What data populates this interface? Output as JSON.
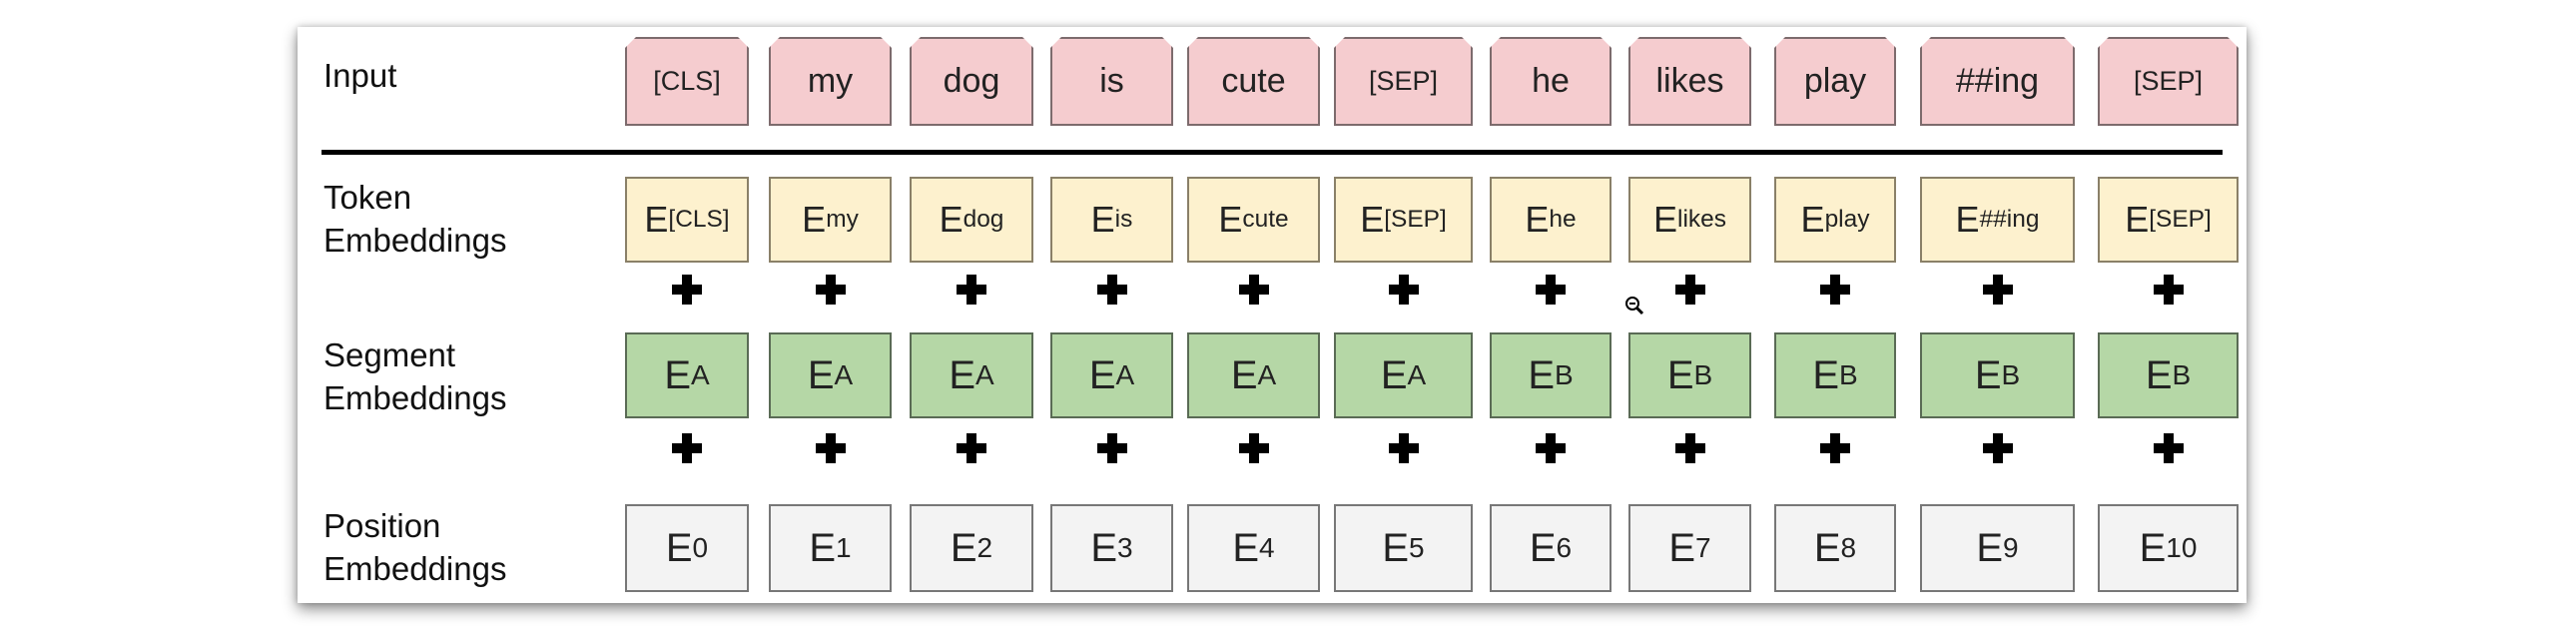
{
  "row_labels": {
    "input": "Input",
    "token": "Token\nEmbeddings",
    "segment": "Segment\nEmbeddings",
    "position": "Position\nEmbeddings"
  },
  "input_tokens": [
    "[CLS]",
    "my",
    "dog",
    "is",
    "cute",
    "[SEP]",
    "he",
    "likes",
    "play",
    "##ing",
    "[SEP]"
  ],
  "token_embeddings": [
    {
      "base": "E",
      "sub": "[CLS]"
    },
    {
      "base": "E",
      "sub": "my"
    },
    {
      "base": "E",
      "sub": "dog"
    },
    {
      "base": "E",
      "sub": "is"
    },
    {
      "base": "E",
      "sub": "cute"
    },
    {
      "base": "E",
      "sub": "[SEP]"
    },
    {
      "base": "E",
      "sub": "he"
    },
    {
      "base": "E",
      "sub": "likes"
    },
    {
      "base": "E",
      "sub": "play"
    },
    {
      "base": "E",
      "sub": "##ing"
    },
    {
      "base": "E",
      "sub": "[SEP]"
    }
  ],
  "segment_embeddings": [
    {
      "base": "E",
      "sub": "A"
    },
    {
      "base": "E",
      "sub": "A"
    },
    {
      "base": "E",
      "sub": "A"
    },
    {
      "base": "E",
      "sub": "A"
    },
    {
      "base": "E",
      "sub": "A"
    },
    {
      "base": "E",
      "sub": "A"
    },
    {
      "base": "E",
      "sub": "B"
    },
    {
      "base": "E",
      "sub": "B"
    },
    {
      "base": "E",
      "sub": "B"
    },
    {
      "base": "E",
      "sub": "B"
    },
    {
      "base": "E",
      "sub": "B"
    }
  ],
  "position_embeddings": [
    {
      "base": "E",
      "sub": "0"
    },
    {
      "base": "E",
      "sub": "1"
    },
    {
      "base": "E",
      "sub": "2"
    },
    {
      "base": "E",
      "sub": "3"
    },
    {
      "base": "E",
      "sub": "4"
    },
    {
      "base": "E",
      "sub": "5"
    },
    {
      "base": "E",
      "sub": "6"
    },
    {
      "base": "E",
      "sub": "7"
    },
    {
      "base": "E",
      "sub": "8"
    },
    {
      "base": "E",
      "sub": "9"
    },
    {
      "base": "E",
      "sub": "10"
    }
  ],
  "icons": {
    "cursor": "zoom-out-icon"
  },
  "colors": {
    "input_fill": "#f5cccf",
    "token_fill": "#fdf1ce",
    "segment_fill": "#b5d7a6",
    "position_fill": "#f3f3f3"
  }
}
